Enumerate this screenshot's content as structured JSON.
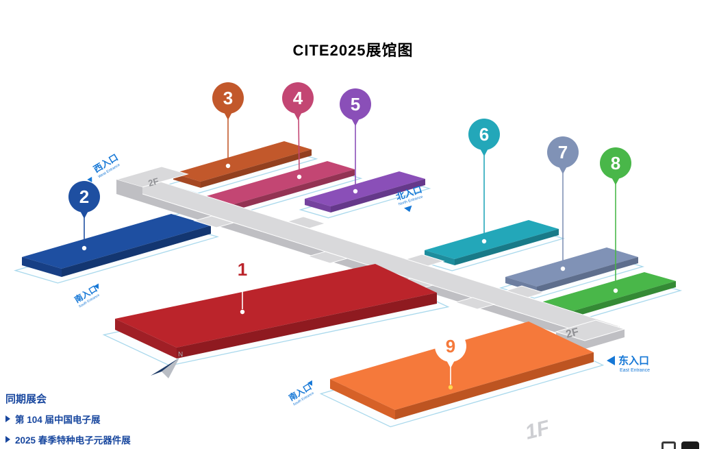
{
  "title": "CITE2025展馆图",
  "halls": [
    {
      "num": "1",
      "color": "#bb242b",
      "side1": "#a01f26",
      "side2": "#8f1a20",
      "pin_bg": "#ffffff",
      "pin_fg": "#bb242b",
      "stem": "#ffffff",
      "dot": "#ffffff"
    },
    {
      "num": "2",
      "color": "#1e4fa1",
      "side1": "#173f85",
      "side2": "#133671",
      "pin_bg": "#1e4fa1",
      "pin_fg": "#ffffff",
      "stem": "#1e4fa1",
      "dot": "#ffffff"
    },
    {
      "num": "3",
      "color": "#c2582b",
      "side1": "#a54823",
      "side2": "#93401f",
      "pin_bg": "#c2582b",
      "pin_fg": "#ffffff",
      "stem": "#c2582b",
      "dot": "#ffffff"
    },
    {
      "num": "4",
      "color": "#c34673",
      "side1": "#a63a60",
      "side2": "#933353",
      "pin_bg": "#c34673",
      "pin_fg": "#ffffff",
      "stem": "#c34673",
      "dot": "#ffffff"
    },
    {
      "num": "5",
      "color": "#8a4fb8",
      "side1": "#75429e",
      "side2": "#65388a",
      "pin_bg": "#8a4fb8",
      "pin_fg": "#ffffff",
      "stem": "#8a4fb8",
      "dot": "#ffffff"
    },
    {
      "num": "6",
      "color": "#23a7b9",
      "side1": "#1d8d9d",
      "side2": "#187a88",
      "pin_bg": "#23a7b9",
      "pin_fg": "#ffffff",
      "stem": "#23a7b9",
      "dot": "#ffffff"
    },
    {
      "num": "7",
      "color": "#8092b6",
      "side1": "#6d7ea0",
      "side2": "#5e6e8d",
      "pin_bg": "#8092b6",
      "pin_fg": "#ffffff",
      "stem": "#8092b6",
      "dot": "#ffffff"
    },
    {
      "num": "8",
      "color": "#49b749",
      "side1": "#3da03e",
      "side2": "#348a35",
      "pin_bg": "#49b749",
      "pin_fg": "#ffffff",
      "stem": "#49b749",
      "dot": "#ffffff"
    },
    {
      "num": "9",
      "color": "#f5793b",
      "side1": "#d66128",
      "side2": "#bd5421",
      "pin_bg": "#ffffff",
      "pin_fg": "#f5793b",
      "stem": "#ffffff",
      "dot": "#ffd34d"
    }
  ],
  "entrances": {
    "west": {
      "label": "西入口",
      "sub": "West Entrance"
    },
    "north": {
      "label": "北入口",
      "sub": "North Entrance"
    },
    "east": {
      "label": "东入口",
      "sub": "East Entrance"
    },
    "south": {
      "label": "南入口",
      "sub": "South Entrance"
    },
    "south2": {
      "label": "南入口",
      "sub": "South Entrance"
    }
  },
  "floors": {
    "f2a": "2F",
    "f2b": "2F",
    "f1": "1F"
  },
  "compass": {
    "n": "N"
  },
  "legend": {
    "heading": "同期展会",
    "items": [
      "第 104 届中国电子展",
      "2025 春季特种电子元器件展"
    ]
  },
  "colors": {
    "entrance": "#1577d6",
    "legend": "#17469e",
    "title": "#000000",
    "corridor_top": "#d9d9db",
    "corridor_side": "#bfbfc3",
    "platform_edge": "#a8d8ec",
    "floor_label": "#8f9094",
    "floor1_label": "#cdced2",
    "compass_dark": "#1d3a66",
    "compass_light": "#b9bdc4"
  }
}
